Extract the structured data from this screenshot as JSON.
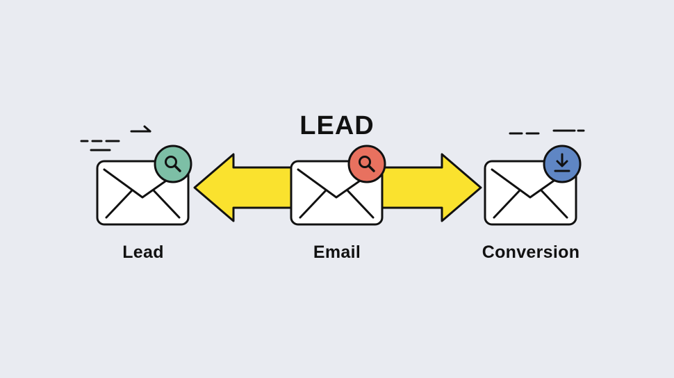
{
  "title": "LEAD",
  "nodes": [
    {
      "label": "Lead",
      "badge_icon": "search-icon",
      "badge_color": "#7dbfa6"
    },
    {
      "label": "Email",
      "badge_icon": "search-icon",
      "badge_color": "#e8715f"
    },
    {
      "label": "Conversion",
      "badge_icon": "download-icon",
      "badge_color": "#5f86c4"
    }
  ],
  "arrow_color": "#fae22e",
  "arrows": [
    {
      "from": "Email",
      "to": "Lead",
      "icon": "arrow-left-icon"
    },
    {
      "from": "Email",
      "to": "Conversion",
      "icon": "arrow-right-icon"
    }
  ]
}
